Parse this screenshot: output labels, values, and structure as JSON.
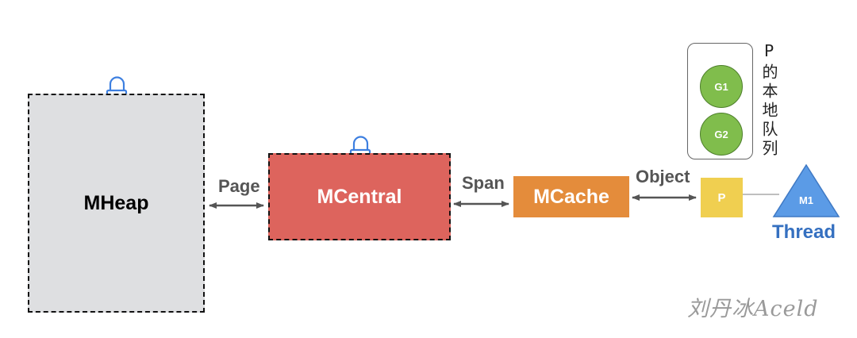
{
  "nodes": {
    "mheap": "MHeap",
    "mcentral": "MCentral",
    "mcache": "MCache",
    "p": "P",
    "g1": "G1",
    "g2": "G2",
    "m1": "M1"
  },
  "edges": {
    "page": "Page",
    "span": "Span",
    "object": "Object"
  },
  "labels": {
    "local_queue": "P的本地队列",
    "thread": "Thread"
  },
  "watermark": "刘丹冰Aceld",
  "icons": [
    "lock-icon",
    "lock-icon"
  ],
  "colors": {
    "mheap": "#dedfe1",
    "mcentral": "#dd645d",
    "mcache": "#e48c3b",
    "p": "#f0cf50",
    "goroutine": "#80bd4c",
    "thread": "#5b9be6",
    "lock": "#3d7fe0"
  }
}
